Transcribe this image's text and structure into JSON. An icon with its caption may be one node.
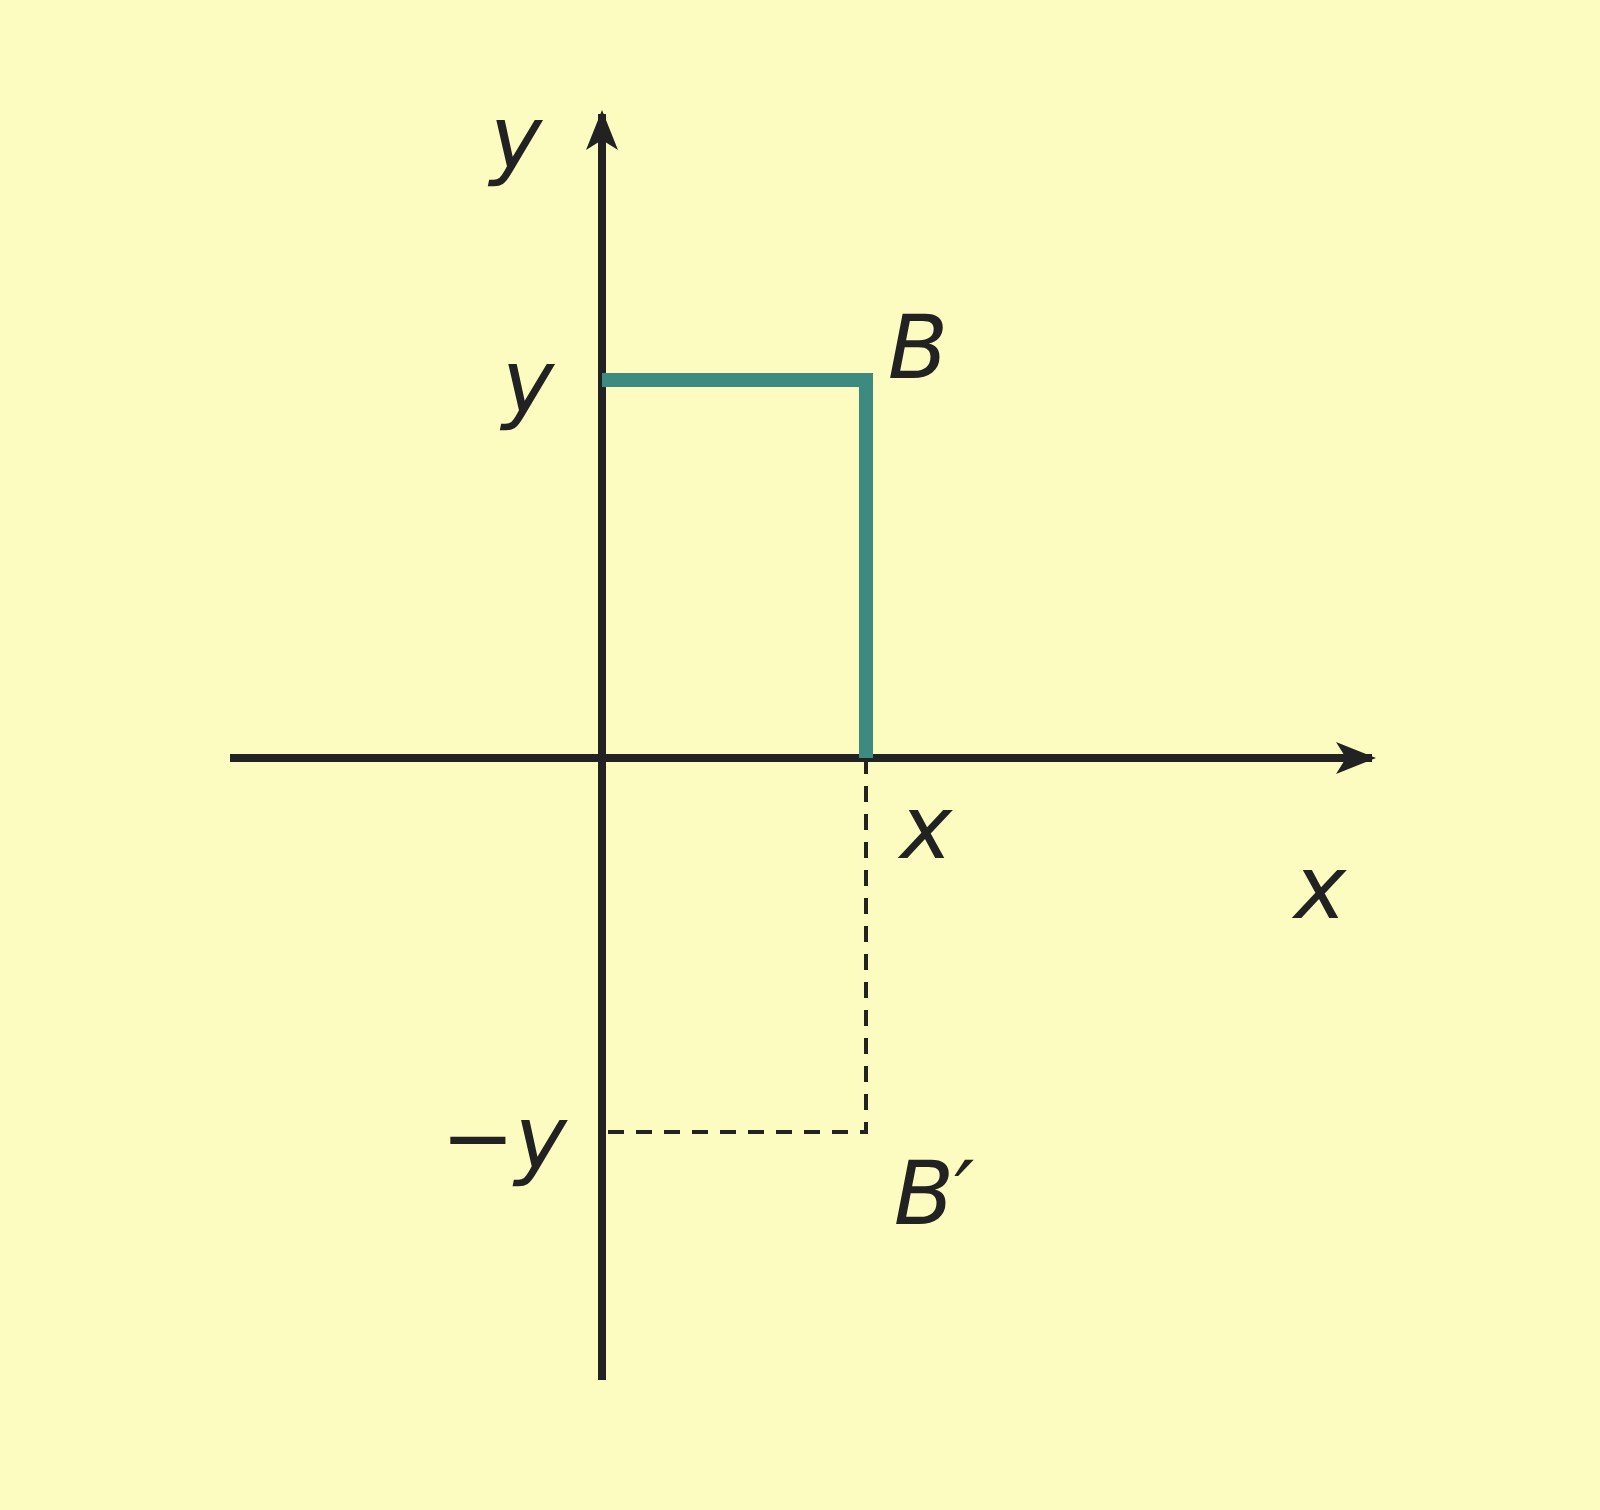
{
  "diagram": {
    "labels": [
      "y",
      "y",
      "B",
      "x",
      "x",
      "−y",
      "B′"
    ]
  }
}
